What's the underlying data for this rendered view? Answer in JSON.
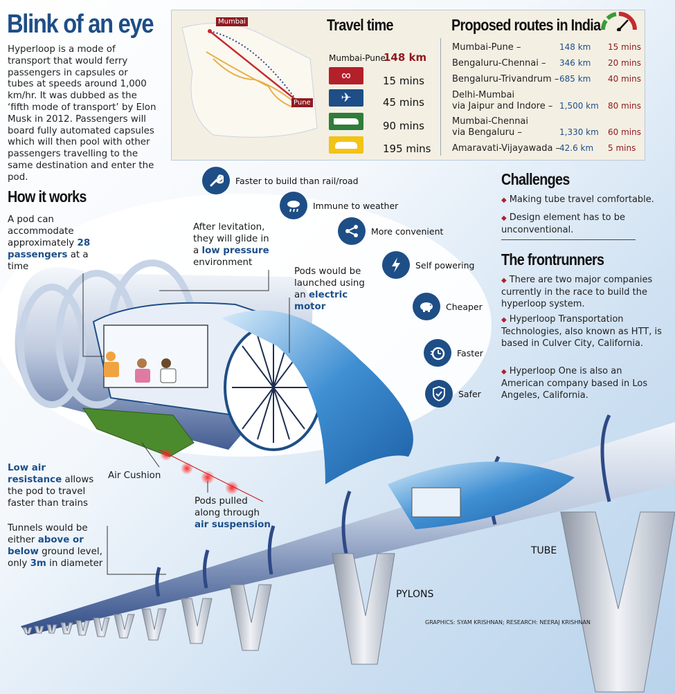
{
  "title": "Blink of an eye",
  "intro": "Hyperloop is a mode of transport that would ferry passengers in capsules or tubes at speeds around 1,000 km/hr. It was dubbed as the ‘fifth mode of transport’ by Elon Musk in 2012. Passengers will board fully automated capsules which will then pool with other passengers travelling to the same destination and enter the pod.",
  "how_it_works": {
    "heading": "How it works",
    "pod_capacity": {
      "pre": "A pod can accommodate approximately",
      "hl": "28 passengers",
      "post": "at a time"
    },
    "levitation": {
      "pre": "After levitation, they will glide in a",
      "hl": "low pressure",
      "post": "environment"
    },
    "launch": {
      "pre": "Pods would be launched using an",
      "hl": "electric motor"
    },
    "air_resistance": {
      "hl": "Low air resistance",
      "post": "allows the pod to travel faster than trains"
    },
    "tunnels": {
      "pre": "Tunnels would be either",
      "hl": "above or below",
      "mid": "ground level, only",
      "hl2": "3m",
      "post": "in diameter"
    },
    "air_cushion": "Air Cushion",
    "suspension": {
      "pre": "Pods pulled along through",
      "hl": "air suspension"
    }
  },
  "map": {
    "city_a": "Mumbai",
    "city_b": "Pune"
  },
  "travel_time": {
    "heading": "Travel time",
    "route": "Mumbai-Pune",
    "distance": "148 km",
    "modes": [
      {
        "icon": "hyperloop-icon",
        "time": "15 mins",
        "color": "#b3202a"
      },
      {
        "icon": "airplane-icon",
        "time": "45 mins",
        "color": "#1e4e86"
      },
      {
        "icon": "train-icon",
        "time": "90 mins",
        "color": "#2e7d3a"
      },
      {
        "icon": "car-icon",
        "time": "195 mins",
        "color": "#f2c318"
      }
    ]
  },
  "routes": {
    "heading": "Proposed routes in India",
    "items": [
      {
        "name": "Mumbai-Pune –",
        "km": "148 km",
        "mins": "15 mins"
      },
      {
        "name": "Bengaluru-Chennai –",
        "km": "346 km",
        "mins": "20 mins"
      },
      {
        "name": "Bengaluru-Trivandrum –",
        "km": "685 km",
        "mins": "40 mins"
      },
      {
        "name": "Delhi-Mumbai\nvia Jaipur and Indore –",
        "km": "1,500 km",
        "mins": "80 mins"
      },
      {
        "name": "Mumbai-Chennai\nvia Bengaluru –",
        "km": "1,330 km",
        "mins": "60 mins"
      },
      {
        "name": "Amaravati-Vijayawada –",
        "km": "42.6 km",
        "mins": "5 mins"
      }
    ]
  },
  "benefits": [
    {
      "icon": "wrench-icon",
      "label": "Faster to build than rail/road"
    },
    {
      "icon": "cloud-rain-icon",
      "label": "Immune to weather"
    },
    {
      "icon": "share-icon",
      "label": "More convenient"
    },
    {
      "icon": "lightning-icon",
      "label": "Self powering"
    },
    {
      "icon": "piggy-bank-icon",
      "label": "Cheaper"
    },
    {
      "icon": "stopwatch-icon",
      "label": "Faster"
    },
    {
      "icon": "shield-icon",
      "label": "Safer"
    }
  ],
  "challenges": {
    "heading": "Challenges",
    "items": [
      "Making tube travel comfortable.",
      "Design element has to be unconventional."
    ]
  },
  "frontrunners": {
    "heading": "The frontrunners",
    "items": [
      "There are two major companies currently in the race to build the hyperloop system.",
      "Hyperloop Transportation Technologies, also known as HTT, is based in Culver City, California.",
      "Hyperloop One is also an American company based in Los Angeles, California."
    ]
  },
  "labels": {
    "tube": "TUBE",
    "pylons": "PYLONS"
  },
  "credit": "GRAPHICS: SYAM KRISHNAN; RESEARCH: NEERAJ KRISHNAN",
  "colors": {
    "brand_blue": "#1e4e86",
    "accent_red": "#b3202a",
    "panel_beige": "#f4efe3"
  }
}
